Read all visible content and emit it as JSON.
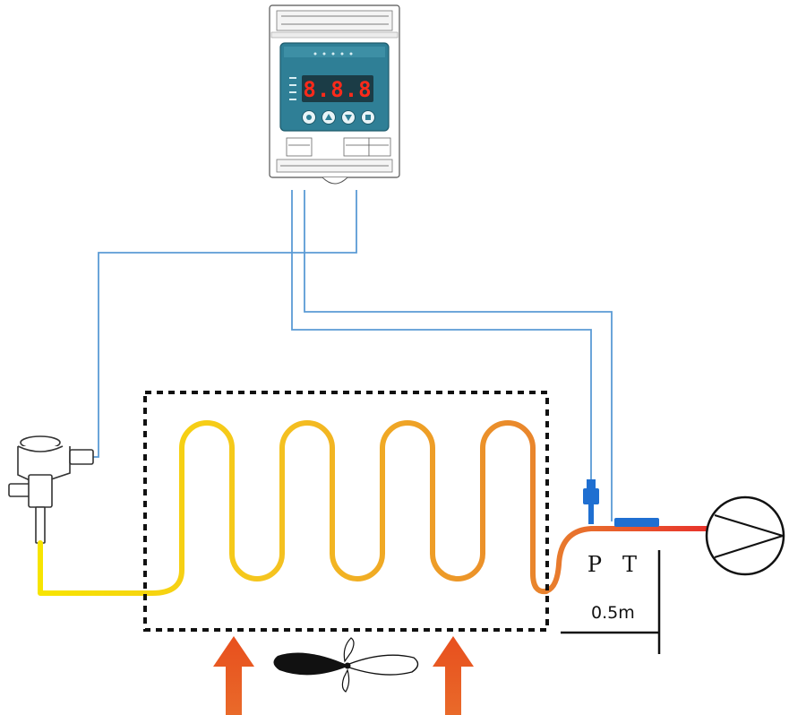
{
  "labels": {
    "pressure": "P",
    "temperature": "T",
    "distance": "0.5m"
  },
  "controller": {
    "display_text": "8.8.8",
    "button_count": 4
  },
  "colors": {
    "wire": "#5b9bd5",
    "sensor_blue": "#1f6fd1",
    "coil_start": "#f7d300",
    "coil_end": "#e8832b",
    "suction_hot": "#e8422b",
    "arrow": "#e8521f",
    "display_bg": "#3d8fa5",
    "led_red": "#ff2a1a"
  }
}
